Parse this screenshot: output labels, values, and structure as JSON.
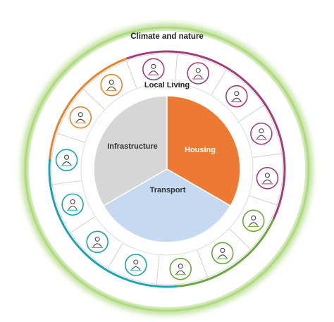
{
  "outer_ring": {
    "label": "Climate and nature",
    "glow_color": "#8cc84b"
  },
  "middle_ring": {
    "label": "Local Living",
    "icons": [
      {
        "name": "people-network-icon",
        "border": "#a43c7a"
      },
      {
        "name": "bicycle-icon",
        "border": "#a43c7a"
      },
      {
        "name": "bus-icon",
        "border": "#a43c7a"
      },
      {
        "name": "van-icon",
        "border": "#a43c7a"
      },
      {
        "name": "tree-bench-icon",
        "border": "#6aa83a"
      },
      {
        "name": "hands-heart-icon",
        "border": "#6aa83a"
      },
      {
        "name": "people-exercise-icon",
        "border": "#6aa83a"
      },
      {
        "name": "shopping-icon",
        "border": "#1aa3b3"
      },
      {
        "name": "buildings-icon",
        "border": "#1aa3b3"
      },
      {
        "name": "community-icon",
        "border": "#1aa3b3"
      },
      {
        "name": "family-icon",
        "border": "#1aa3b3"
      },
      {
        "name": "location-pin-icon",
        "border": "#e8842a"
      },
      {
        "name": "person-walking-icon",
        "border": "#e8842a"
      },
      {
        "name": "tools-icon",
        "border": "#a43c7a"
      }
    ],
    "arc_colors": [
      "#a43c7a",
      "#6aa83a",
      "#1aa3b3",
      "#e8842a"
    ]
  },
  "center_segments": [
    {
      "label": "Infrastructure",
      "color": "#d6d6d6"
    },
    {
      "label": "Housing",
      "color": "#ec7a32"
    },
    {
      "label": "Transport",
      "color": "#c5d9f0"
    }
  ]
}
